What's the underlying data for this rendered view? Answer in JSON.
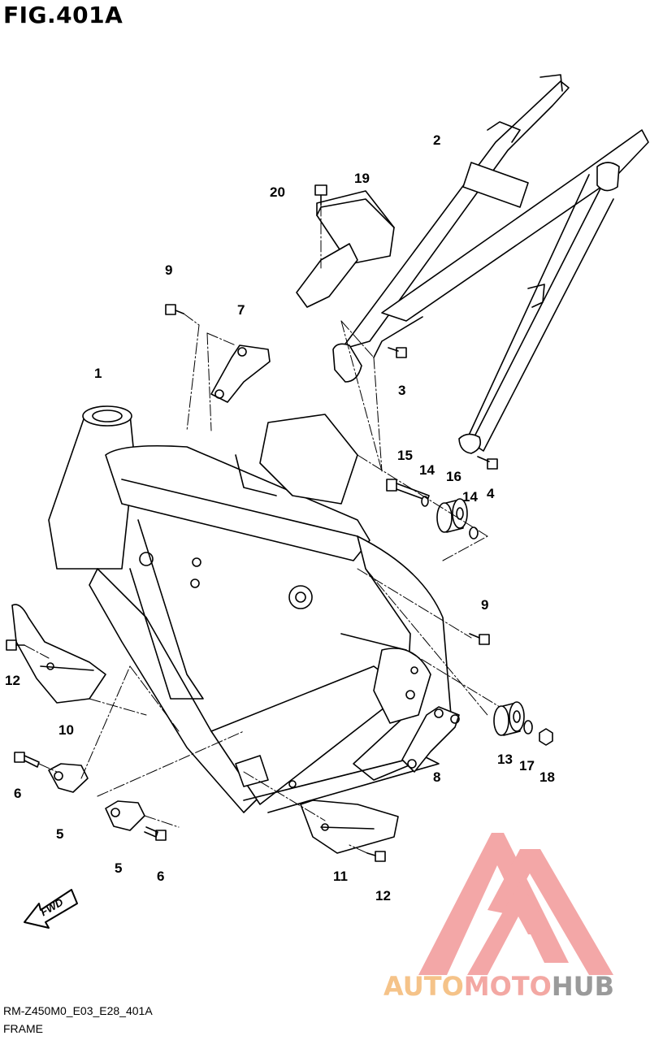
{
  "figure": {
    "title": "FIG.401A",
    "reference_code": "RM-Z450M0_E03_E28_401A",
    "section_name": "FRAME"
  },
  "fwd_arrow_label": "FWD",
  "watermark": {
    "part1": "AUTO",
    "part2": "MOTO",
    "part3": "HUB",
    "colors": {
      "triangle": "#f08a8a",
      "auto": "#f5c389",
      "moto": "#f3a8a3",
      "hub": "#9a9a9a"
    }
  },
  "callouts": [
    {
      "id": "c1",
      "label": "1"
    },
    {
      "id": "c2",
      "label": "2"
    },
    {
      "id": "c3",
      "label": "3"
    },
    {
      "id": "c4",
      "label": "4"
    },
    {
      "id": "c5a",
      "label": "5"
    },
    {
      "id": "c5b",
      "label": "5"
    },
    {
      "id": "c6a",
      "label": "6"
    },
    {
      "id": "c6b",
      "label": "6"
    },
    {
      "id": "c7",
      "label": "7"
    },
    {
      "id": "c8",
      "label": "8"
    },
    {
      "id": "c9a",
      "label": "9"
    },
    {
      "id": "c9b",
      "label": "9"
    },
    {
      "id": "c10",
      "label": "10"
    },
    {
      "id": "c11",
      "label": "11"
    },
    {
      "id": "c12a",
      "label": "12"
    },
    {
      "id": "c12b",
      "label": "12"
    },
    {
      "id": "c13",
      "label": "13"
    },
    {
      "id": "c14a",
      "label": "14"
    },
    {
      "id": "c14b",
      "label": "14"
    },
    {
      "id": "c15",
      "label": "15"
    },
    {
      "id": "c16",
      "label": "16"
    },
    {
      "id": "c17",
      "label": "17"
    },
    {
      "id": "c18",
      "label": "18"
    },
    {
      "id": "c19",
      "label": "19"
    },
    {
      "id": "c20",
      "label": "20"
    }
  ]
}
